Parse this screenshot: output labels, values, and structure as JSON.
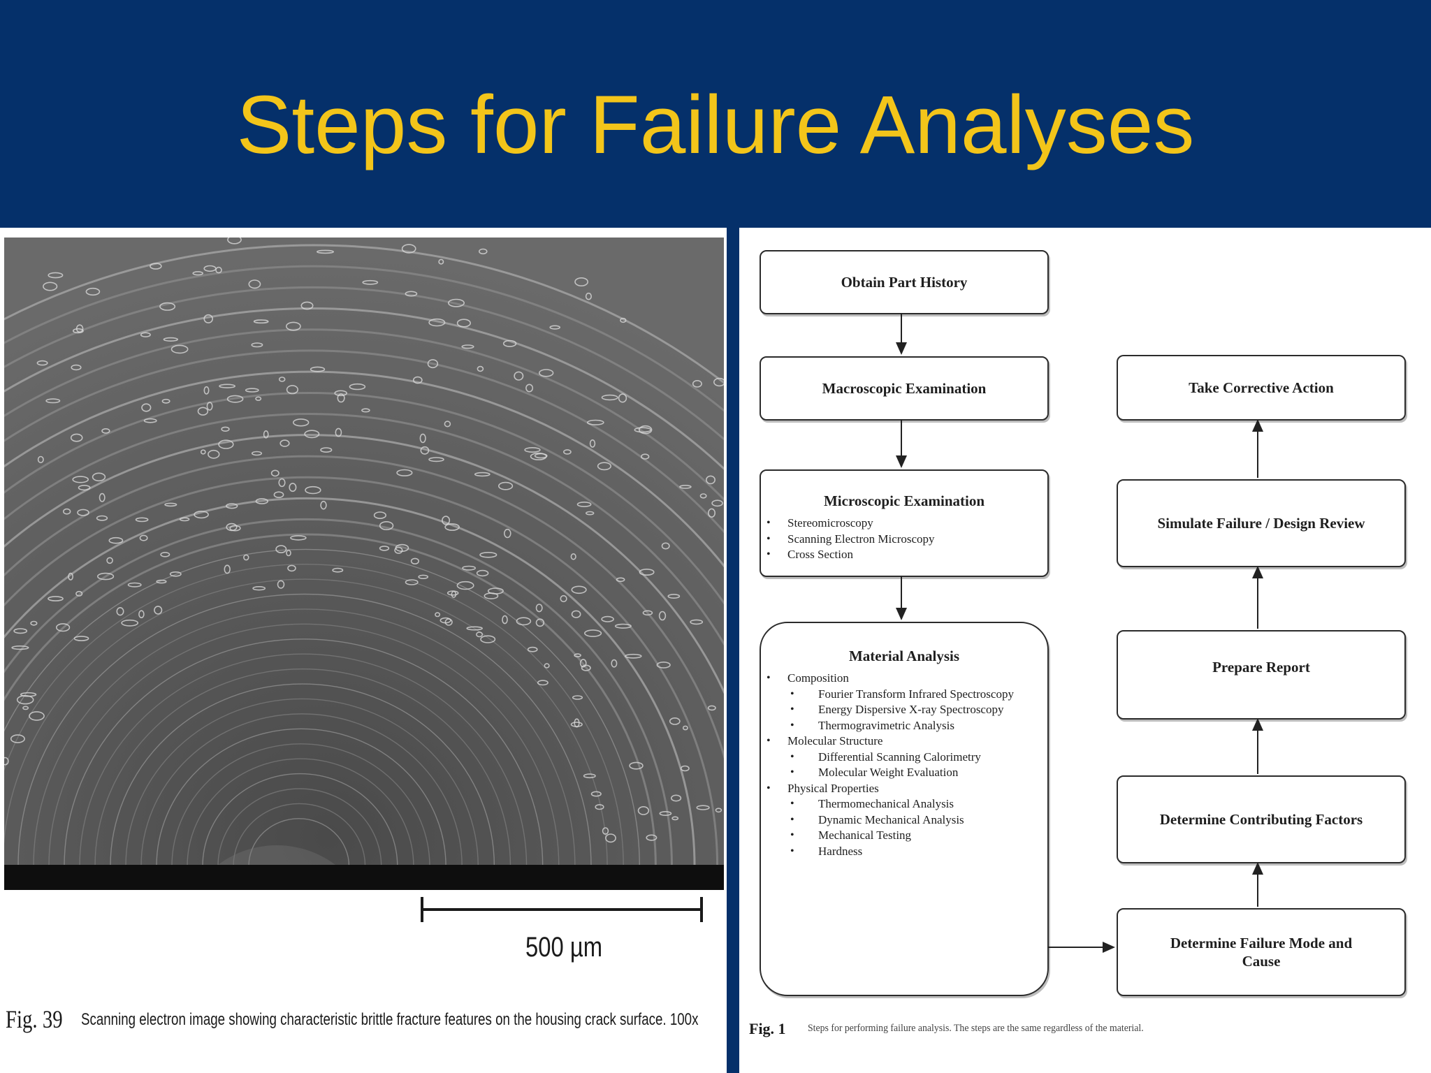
{
  "slide": {
    "title": "Steps for Failure Analyses",
    "colors": {
      "background": "#05306a",
      "title": "#f3c51a",
      "panel": "#ffffff"
    }
  },
  "left_figure": {
    "scale_label": "500 µm",
    "fig_label": "Fig. 39",
    "caption": "Scanning electron image showing characteristic brittle fracture features on the housing crack surface. 100x"
  },
  "flowchart": {
    "obtain_history": "Obtain Part History",
    "macroscopic": "Macroscopic Examination",
    "microscopic": {
      "title": "Microscopic Examination",
      "items": [
        "Stereomicroscopy",
        "Scanning Electron Microscopy",
        "Cross Section"
      ]
    },
    "material": {
      "title": "Material Analysis",
      "groups": [
        {
          "label": "Composition",
          "items": [
            "Fourier Transform Infrared Spectroscopy",
            "Energy Dispersive X-ray Spectroscopy",
            "Thermogravimetric Analysis"
          ]
        },
        {
          "label": "Molecular Structure",
          "items": [
            "Differential Scanning Calorimetry",
            "Molecular Weight Evaluation"
          ]
        },
        {
          "label": "Physical Properties",
          "items": [
            "Thermomechanical Analysis",
            "Dynamic Mechanical Analysis",
            "Mechanical Testing",
            "Hardness"
          ]
        }
      ]
    },
    "failure_mode": "Determine Failure Mode and Cause",
    "contributing": "Determine Contributing Factors",
    "prepare_report": "Prepare Report",
    "simulate": "Simulate Failure / Design Review",
    "corrective": "Take Corrective Action"
  },
  "right_figure": {
    "fig_label": "Fig. 1",
    "caption": "Steps for performing failure analysis. The steps are the same regardless of the material."
  }
}
